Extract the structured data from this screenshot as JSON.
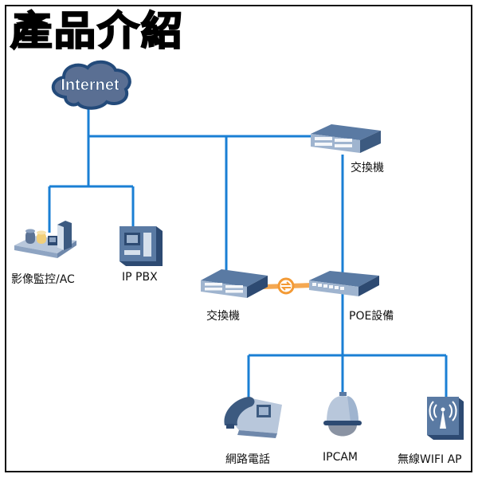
{
  "title": "產品介紹",
  "colors": {
    "line": "#1a7fd4",
    "link": "#f39a35",
    "device_dark": "#3c5a80",
    "device_mid": "#5a7aa3",
    "device_light": "#9fb4cf",
    "border": "#111111"
  },
  "nodes": {
    "internet": {
      "label": "Internet",
      "icon": "cloud-icon"
    },
    "core_switch": {
      "label": "交換機",
      "icon": "switch-icon"
    },
    "surveillance": {
      "label": "影像監控/AC",
      "icon": "server-rack-icon"
    },
    "ip_pbx": {
      "label": "IP PBX",
      "icon": "pbx-icon"
    },
    "access_switch": {
      "label": "交換機",
      "icon": "switch-icon"
    },
    "poe": {
      "label": "POE設備",
      "icon": "poe-switch-icon"
    },
    "phone": {
      "label": "網路電話",
      "icon": "ip-phone-icon"
    },
    "ipcam": {
      "label": "IPCAM",
      "icon": "dome-camera-icon"
    },
    "wifi": {
      "label": "無線WIFI AP",
      "icon": "wifi-ap-icon"
    }
  }
}
